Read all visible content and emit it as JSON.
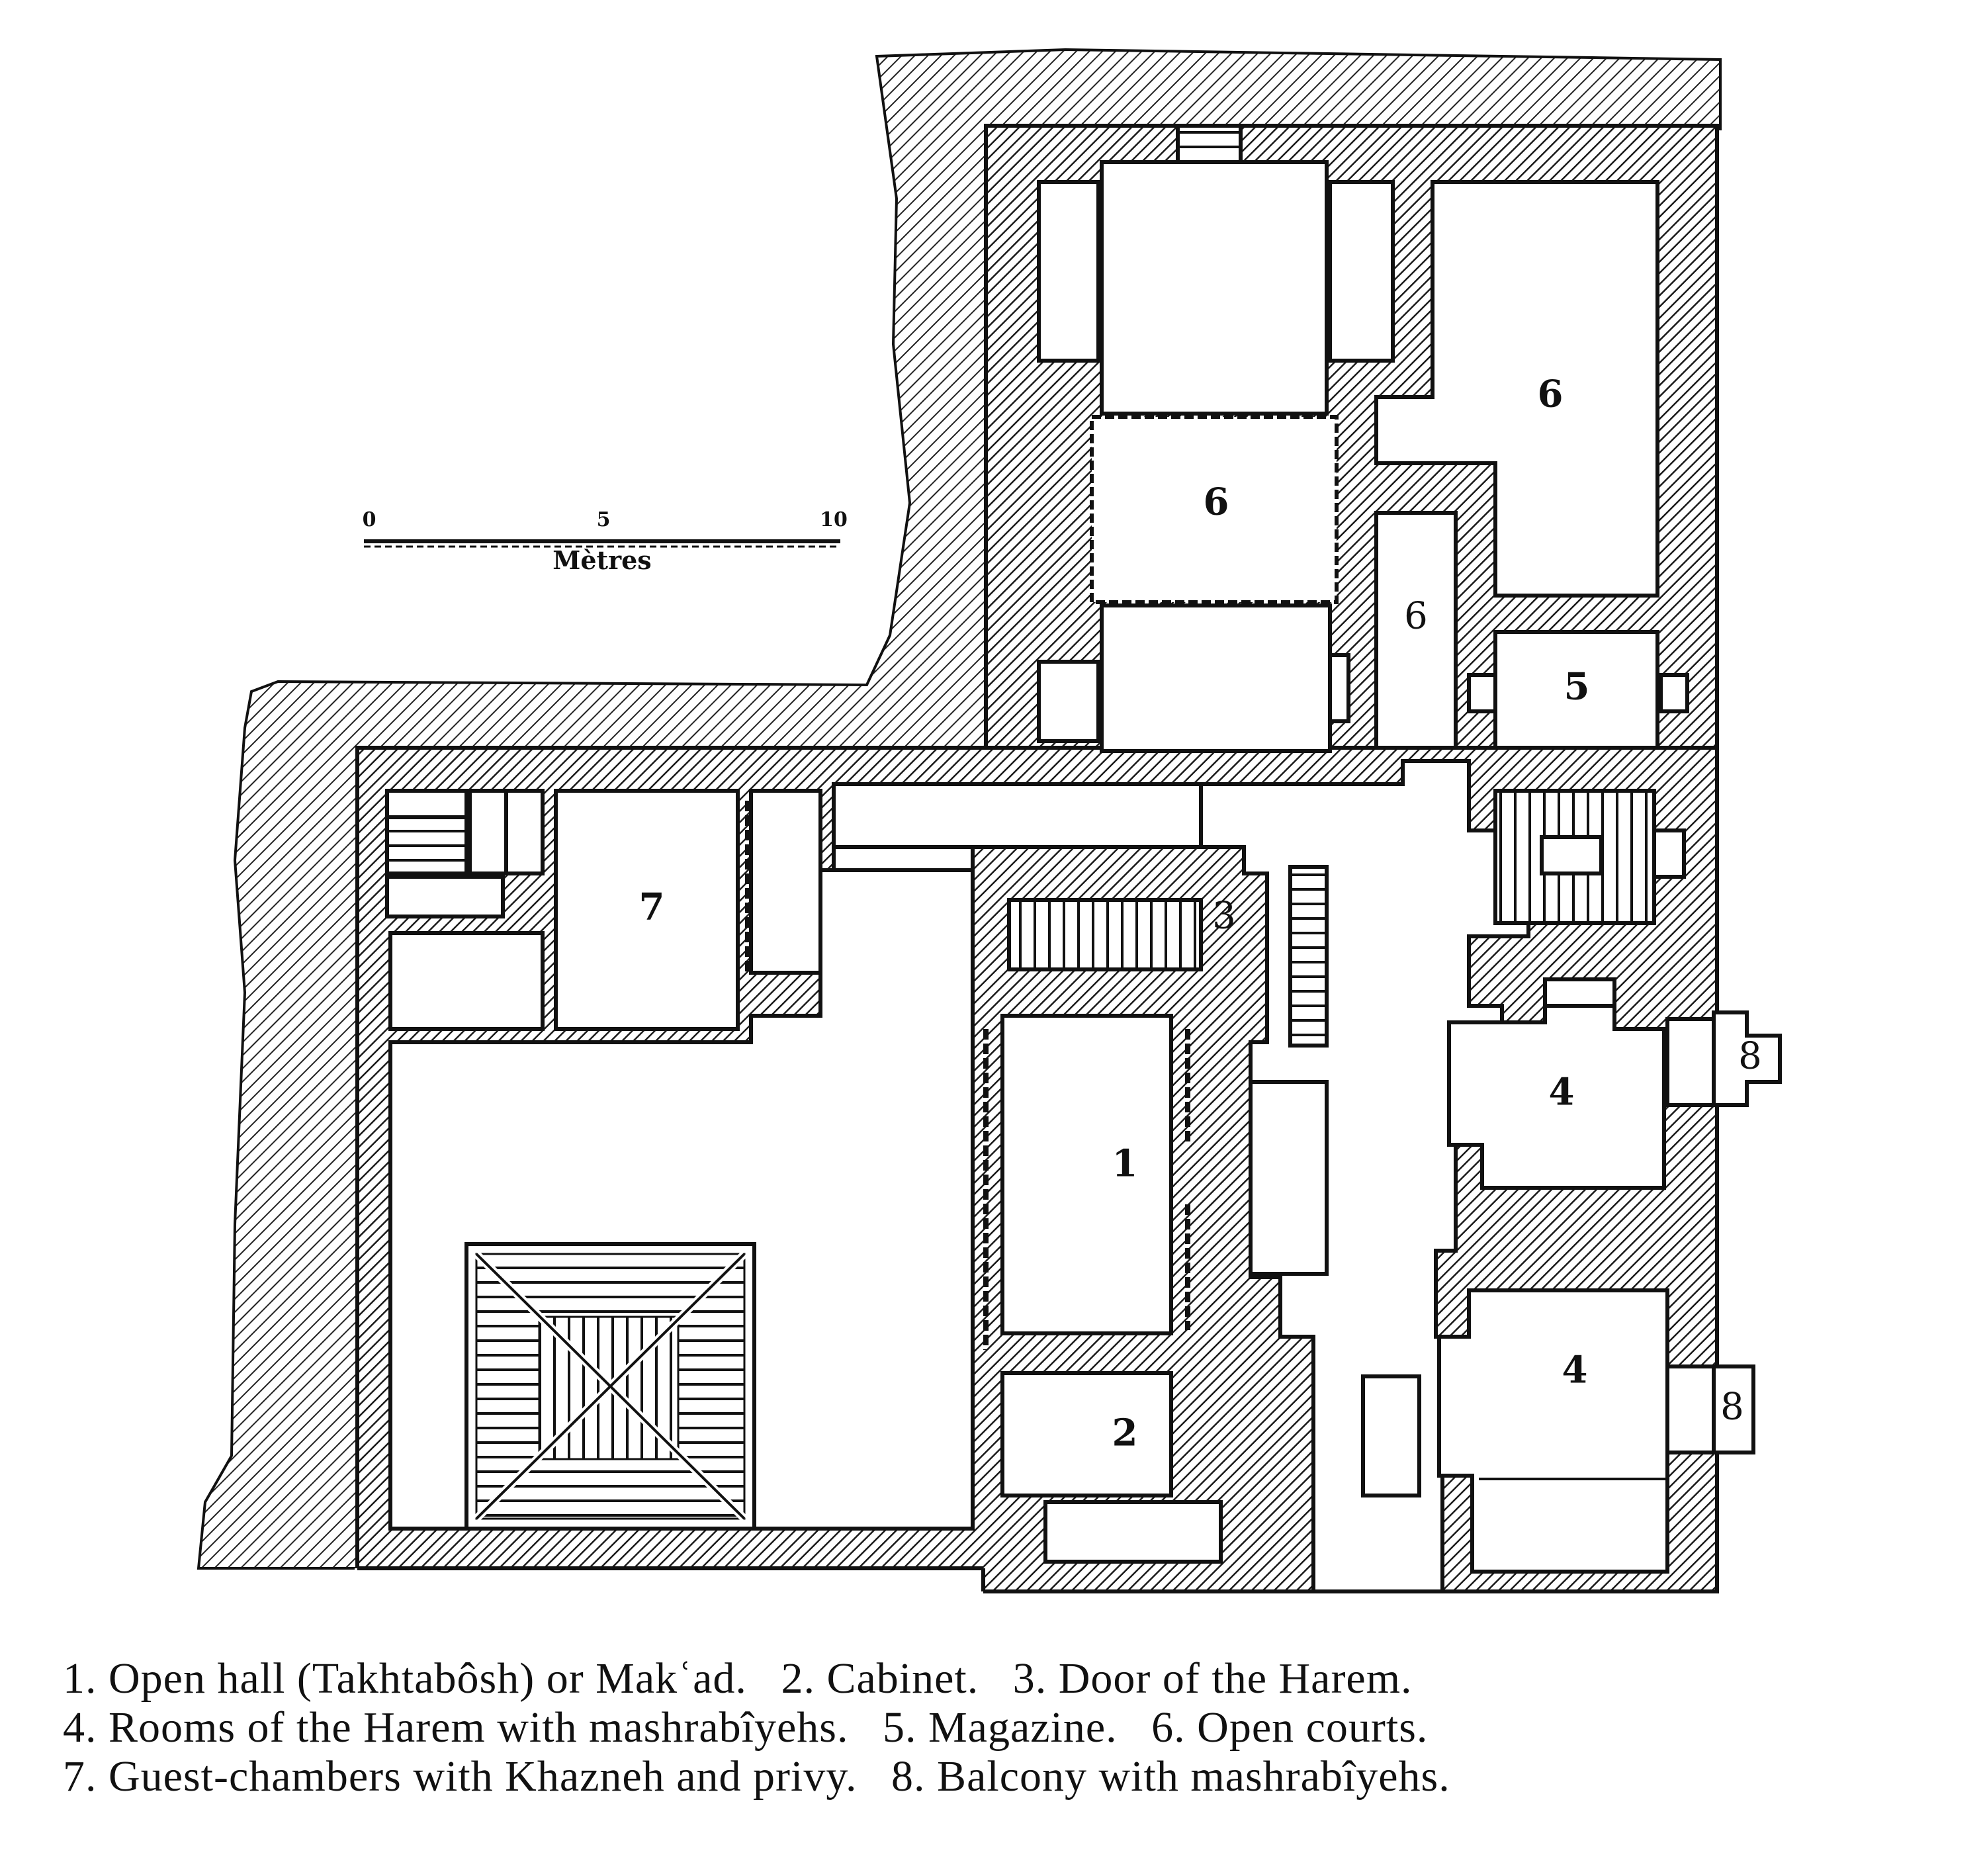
{
  "figure": {
    "type": "architectural-floor-plan",
    "style": "engraving, hatched walls",
    "colors": {
      "ink": "#111111",
      "paper": "#ffffff"
    }
  },
  "scale_bar": {
    "ticks": [
      "0",
      "5",
      "10"
    ],
    "unit": "Mètres"
  },
  "room_labels": [
    {
      "id": "court-6-left",
      "number": "6"
    },
    {
      "id": "court-6-right",
      "number": "6"
    },
    {
      "id": "court-6-narrow",
      "number": "6"
    },
    {
      "id": "magazine-5",
      "number": "5"
    },
    {
      "id": "guest-7",
      "number": "7"
    },
    {
      "id": "door-3",
      "number": "3"
    },
    {
      "id": "hall-1",
      "number": "1"
    },
    {
      "id": "cabinet-2",
      "number": "2"
    },
    {
      "id": "harem-4-upper",
      "number": "4"
    },
    {
      "id": "harem-4-lower",
      "number": "4"
    },
    {
      "id": "balcony-8-upper",
      "number": "8"
    },
    {
      "id": "balcony-8-lower",
      "number": "8"
    }
  ],
  "legend": {
    "lines": [
      [
        {
          "num": "1.",
          "text": "Open hall (Takhtabôsh) or Makʿad."
        },
        {
          "num": "2.",
          "text": "Cabinet."
        },
        {
          "num": "3.",
          "text": "Door of the Harem."
        }
      ],
      [
        {
          "num": "4.",
          "text": "Rooms of the Harem with mashrabîyehs."
        },
        {
          "num": "5.",
          "text": "Magazine."
        },
        {
          "num": "6.",
          "text": "Open courts."
        }
      ],
      [
        {
          "num": "7.",
          "text": "Guest-chambers with Khazneh and privy."
        },
        {
          "num": "8.",
          "text": "Balcony with mashrabîyehs."
        }
      ]
    ]
  }
}
